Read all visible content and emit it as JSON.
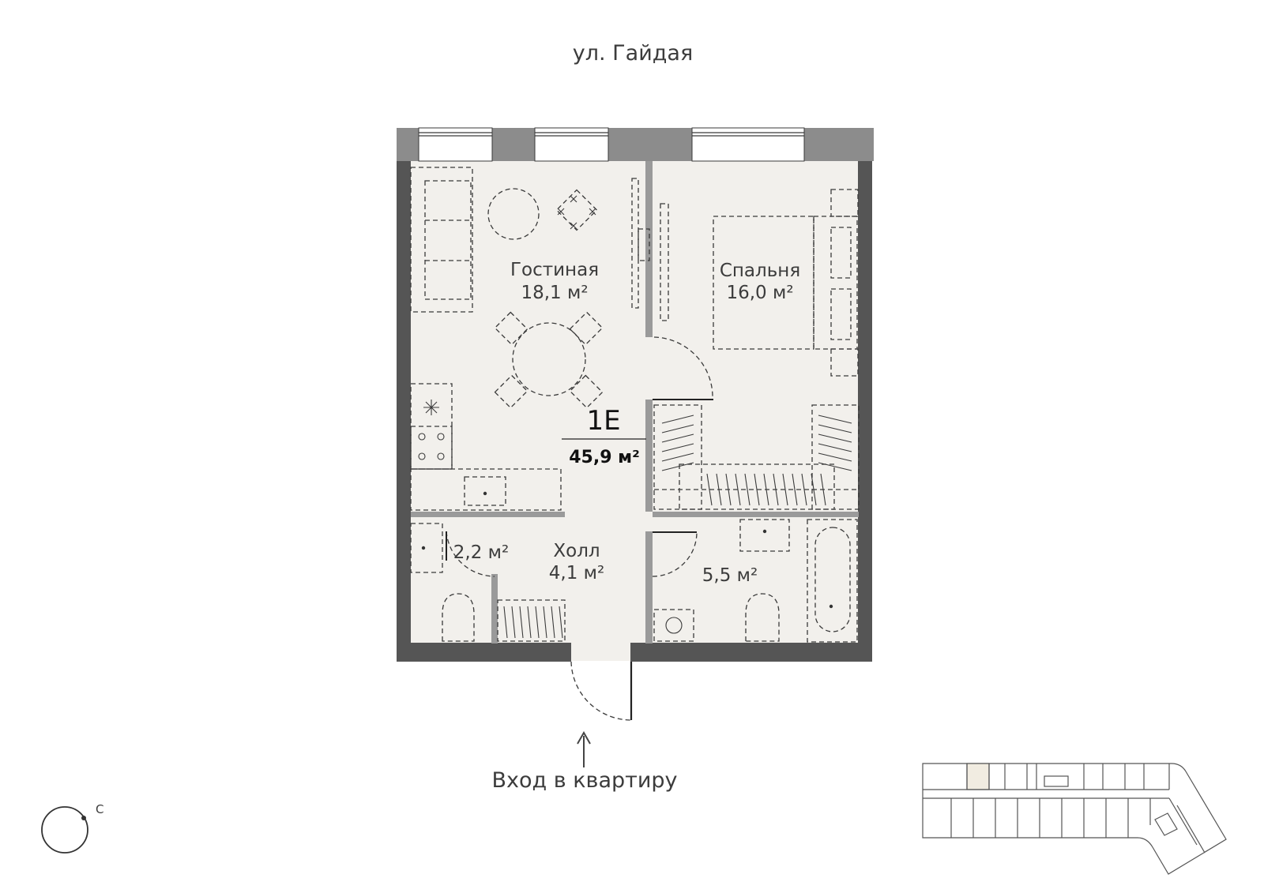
{
  "street": "ул. Гайдая",
  "apartment": {
    "code": "1Е",
    "total_area": "45,9 м²"
  },
  "rooms": [
    {
      "id": "living",
      "name": "Гостиная",
      "area": "18,1 м²"
    },
    {
      "id": "bedroom",
      "name": "Спальня",
      "area": "16,0 м²"
    },
    {
      "id": "hall",
      "name": "Холл",
      "area": "4,1 м²"
    },
    {
      "id": "wc",
      "name": "",
      "area": "2,2 м²"
    },
    {
      "id": "bath",
      "name": "",
      "area": "5,5 м²"
    }
  ],
  "entrance": "Вход в квартиру",
  "compass": "С",
  "colors": {
    "floor": "#f2f0ec",
    "wall_outer": "#555555",
    "wall_facade": "#8c8c8c",
    "wall_inner": "#9a9a9a",
    "highlight": "#f1ece1"
  }
}
